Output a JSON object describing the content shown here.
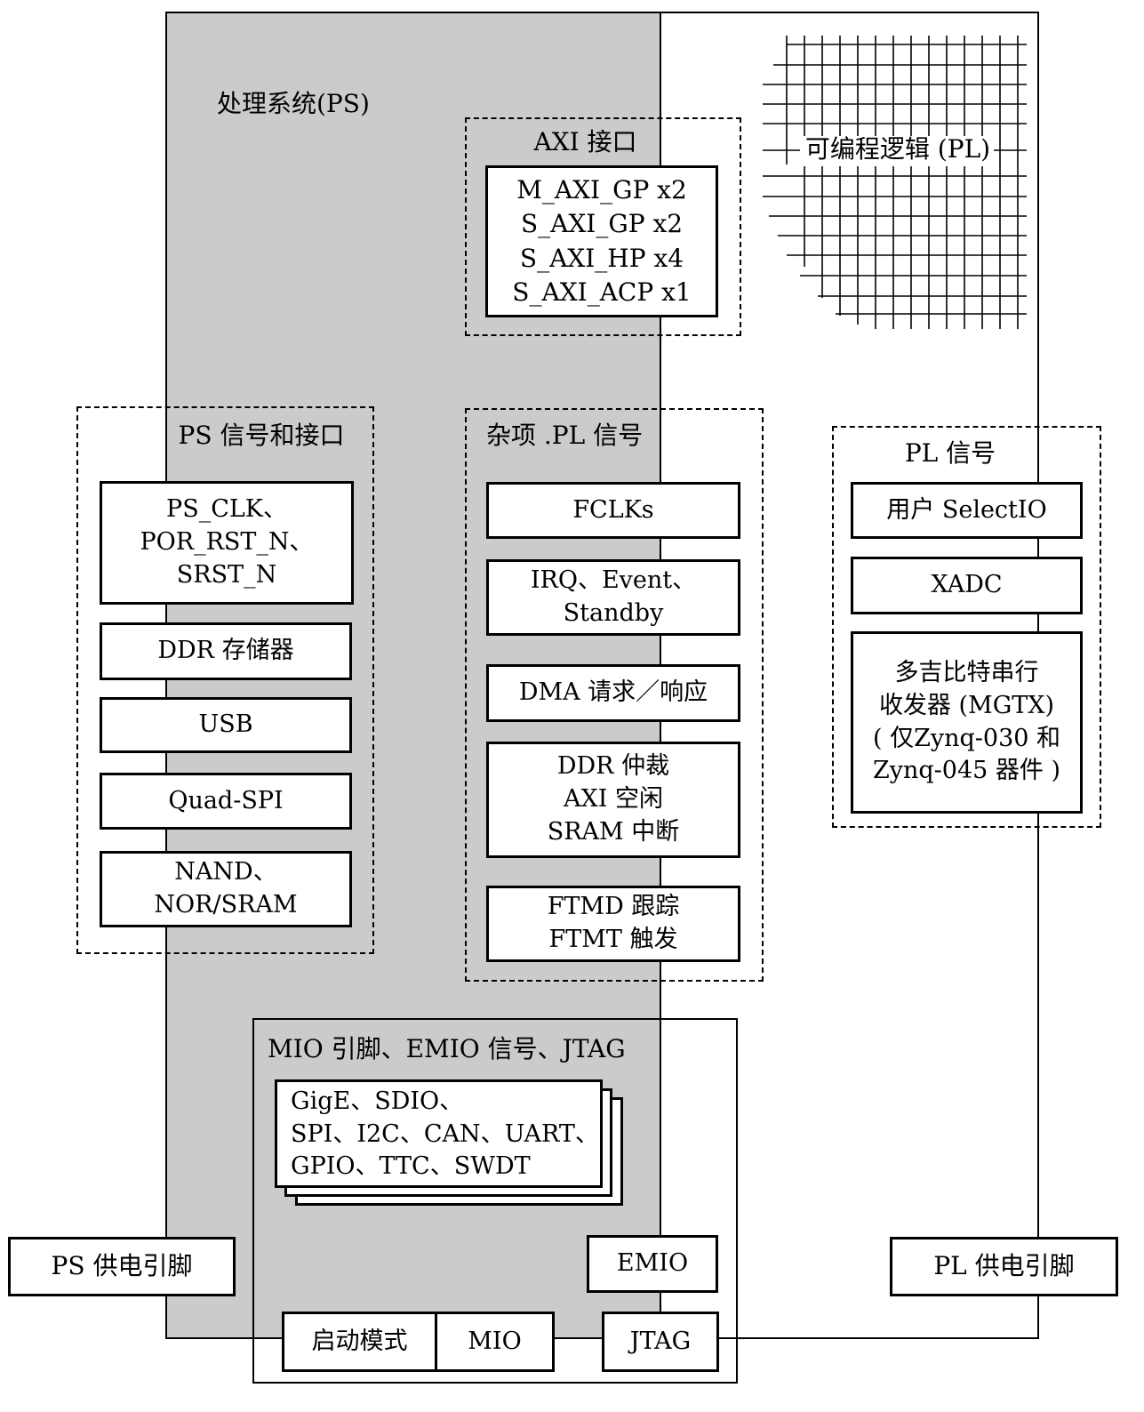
{
  "ps_title": "处理系统(PS)",
  "pl_title": "可编程逻辑 (PL)",
  "axi": {
    "title": "AXI 接口",
    "lines": [
      "M_AXI_GP x2",
      "S_AXI_GP x2",
      "S_AXI_HP x4",
      "S_AXI_ACP x1"
    ]
  },
  "ps_signals": {
    "title": "PS 信号和接口",
    "clk_lines": [
      "PS_CLK、",
      "POR_RST_N、",
      "SRST_N"
    ],
    "ddr": "DDR 存储器",
    "usb": "USB",
    "qspi": "Quad-SPI",
    "nand_lines": [
      "NAND、",
      "NOR/SRAM"
    ]
  },
  "misc_pl": {
    "title": "杂项 .PL 信号",
    "fclks": "FCLKs",
    "irq_lines": [
      "IRQ、Event、",
      "Standby"
    ],
    "dma": "DMA 请求／响应",
    "ddr_arb_lines": [
      "DDR 仲裁",
      "AXI 空闲",
      "SRAM 中断"
    ],
    "ftm_lines": [
      "FTMD 跟踪",
      "FTMT 触发"
    ]
  },
  "pl_signals": {
    "title": "PL 信号",
    "selectio": "用户 SelectIO",
    "xadc": "XADC",
    "mgtx_lines": [
      "多吉比特串行",
      "收发器 (MGTX)",
      "( 仅Zynq-030 和",
      "Zynq-045 器件 )"
    ]
  },
  "mio": {
    "title": "MIO 引脚、EMIO 信号、JTAG",
    "periph_lines": [
      "GigE、SDIO、",
      "SPI、I2C、CAN、UART、",
      "GPIO、TTC、SWDT"
    ],
    "emio": "EMIO",
    "boot": "启动模式",
    "mio_label": "MIO",
    "jtag": "JTAG"
  },
  "ps_power": "PS 供电引脚",
  "pl_power": "PL 供电引脚",
  "colors": {
    "ps_fill": "#cbcbcb",
    "line": "#000000",
    "box_fill": "#ffffff"
  }
}
